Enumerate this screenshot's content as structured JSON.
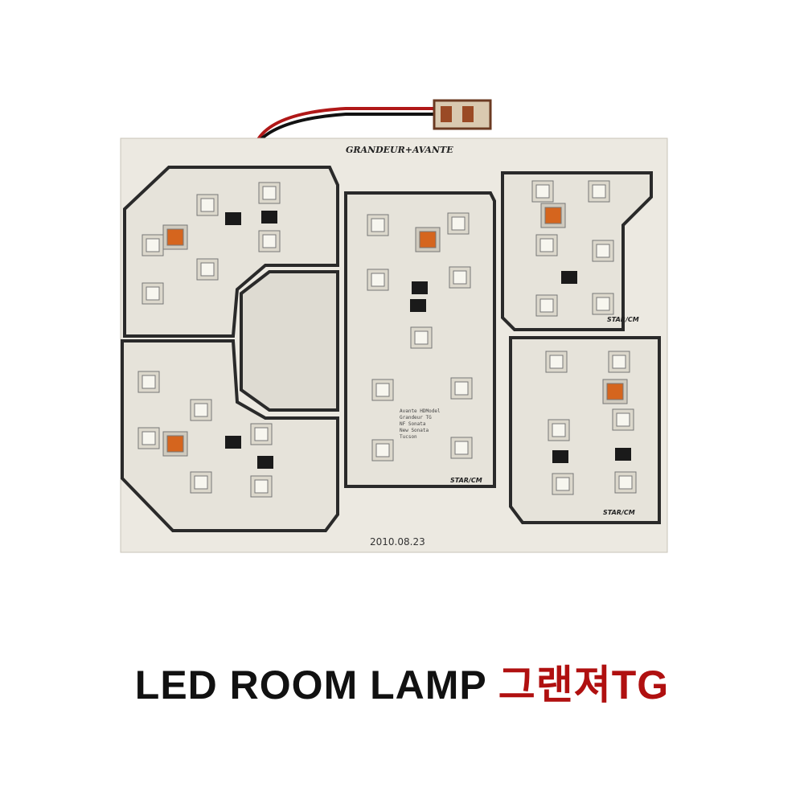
{
  "product": {
    "board_header": "GRANDEUR+AVANTE",
    "board_date": "2010.08.23",
    "maker_mark": "STAR/CM",
    "center_label_lines": [
      "Avante HDModel",
      "Grandeur TG",
      "NF Sonata",
      "New Sonata",
      "Tucson"
    ],
    "colors": {
      "board": "#ece9e1",
      "trace": "#2a2a2a",
      "led_white": "#f7f6ef",
      "led_amber": "#d5651e",
      "caption_red": "#b01010"
    }
  },
  "caption": {
    "title": "LED ROOM LAMP",
    "model": "그랜져TG"
  }
}
